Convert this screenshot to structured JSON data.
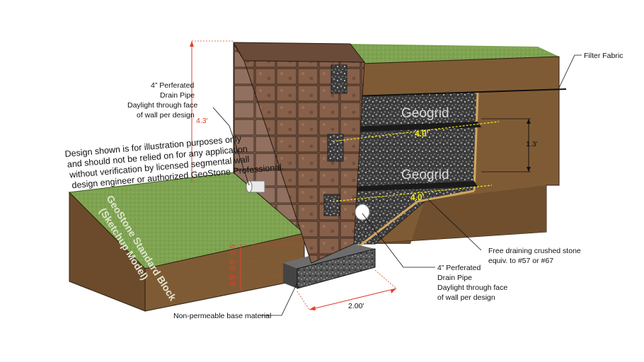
{
  "labels": {
    "filter_fabric": "Filter Fabric",
    "upper_pipe": [
      "4” Perferated",
      "Drain Pipe",
      "Daylight through face",
      "of wall per design"
    ],
    "lower_pipe": [
      "4” Perferated",
      "Drain Pipe",
      "Daylight through face",
      "of wall per design"
    ],
    "crushed_stone": [
      "Free draining crushed stone",
      "equiv. to #57 or #67"
    ],
    "base_material": "Non-permeable base material",
    "geogrid_upper": "Geogrid",
    "geogrid_lower": "Geogrid",
    "brand": [
      "GeoStone Standard Block",
      "(Sketchup Model)"
    ]
  },
  "disclaimer": [
    "Design shown is for illustration purposes only",
    "and should not be relied on for any application",
    "without verification by licensed segmental wall",
    "design engineer or authorized GeoStone Professional."
  ],
  "dimensions": {
    "wall_height": "4.3'",
    "geogrid_upper_length": "4.0'",
    "geogrid_lower_length": "4.0'",
    "geogrid_spacing": "1.3'",
    "base_width": "2.00'",
    "embed_1": "0.5'",
    "embed_2": "0.5'",
    "base_depth": "0.5'"
  },
  "colors": {
    "soil": "#7f5b35",
    "grass": "#7ea351",
    "gravel": "#3a3a3a",
    "block": "#7d5a46",
    "yellow_dim": "#f4ea1a",
    "red_dim": "#e0402e"
  }
}
